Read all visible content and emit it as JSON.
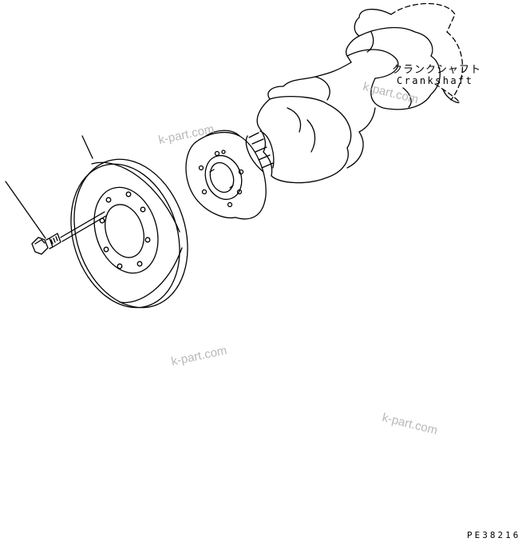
{
  "labels": {
    "crankshaft_jp": "クランクシャフト",
    "crankshaft_en": "Crankshaft",
    "drawing_number": "PE38216"
  },
  "watermarks": [
    "k-part.com",
    "k-part.com",
    "k-part.com",
    "k-part.com"
  ],
  "colors": {
    "line": "#000000",
    "watermark": "#b8b8b8",
    "background": "#ffffff"
  }
}
